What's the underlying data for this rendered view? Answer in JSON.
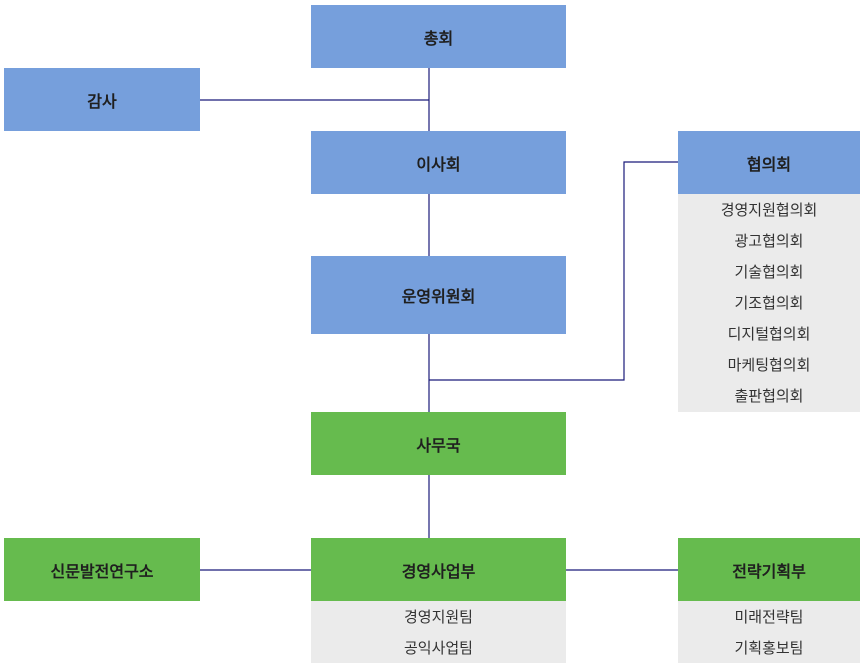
{
  "nodes": {
    "general_assembly": "총회",
    "audit": "감사",
    "board": "이사회",
    "steering_committee": "운영위원회",
    "councils": "협의회",
    "secretariat": "사무국",
    "research_institute": "신문발전연구소",
    "business_dept": "경영사업부",
    "strategy_dept": "전략기획부"
  },
  "councils_list": [
    "경영지원협의회",
    "광고협의회",
    "기술협의회",
    "기조협의회",
    "디지털협의회",
    "마케팅협의회",
    "출판협의회"
  ],
  "business_teams": [
    "경영지원팀",
    "공익사업팀"
  ],
  "strategy_teams": [
    "미래전략팀",
    "기획홍보팀"
  ],
  "colors": {
    "governance": "#769fdc",
    "office": "#66bb4e",
    "list_bg": "#ebebeb",
    "line": "#1a1a7a"
  }
}
